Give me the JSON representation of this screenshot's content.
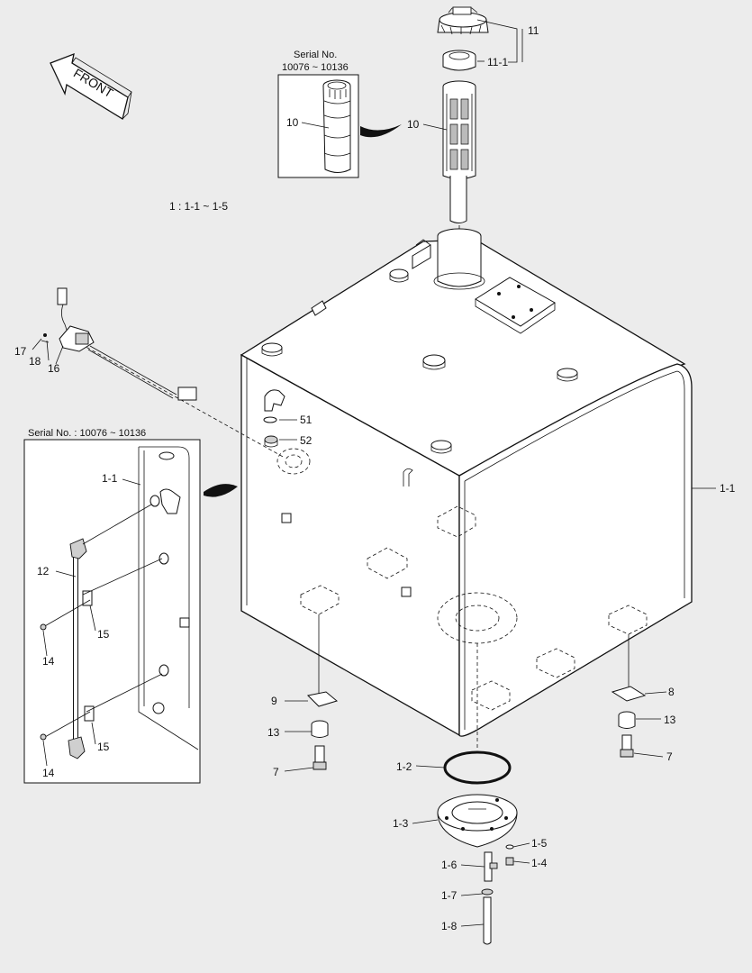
{
  "direction_label": "FRONT",
  "range_note": "1 : 1-1 ~ 1-5",
  "serial_box_top": {
    "line1": "Serial No.",
    "line2": "10076 ~ 10136"
  },
  "serial_box_left": {
    "title": "Serial No. : 10076 ~ 10136"
  },
  "callouts": {
    "c11": "11",
    "c11_1": "11-1",
    "c10_top": "10",
    "c10_inset": "10",
    "c17": "17",
    "c18": "18",
    "c16": "16",
    "c51": "51",
    "c52": "52",
    "c1_1_right": "1-1",
    "c1_1_inset": "1-1",
    "c12": "12",
    "c15_a": "15",
    "c14_a": "14",
    "c15_b": "15",
    "c14_b": "14",
    "c9": "9",
    "c13_left": "13",
    "c7_left": "7",
    "c8": "8",
    "c13_right": "13",
    "c7_right": "7",
    "c1_2": "1-2",
    "c1_3": "1-3",
    "c1_5": "1-5",
    "c1_4": "1-4",
    "c1_6": "1-6",
    "c1_7": "1-7",
    "c1_8": "1-8"
  },
  "colors": {
    "background": "#ececec",
    "line": "#111111",
    "fill": "#ffffff",
    "shade": "#cfcfcf"
  }
}
